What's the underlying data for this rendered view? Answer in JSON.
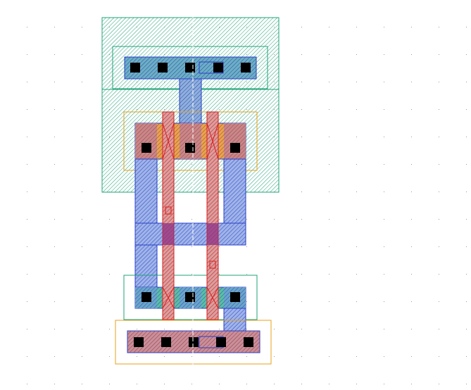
{
  "canvas": {
    "background": "#ffffff",
    "grid_dot_color": "#9a9a9a"
  },
  "layers": {
    "nwell": {
      "color": "#1fa37a"
    },
    "nselect": {
      "color": "#1fa37a"
    },
    "pselect": {
      "color": "#e8a019"
    },
    "active": {
      "color": "#2a9a55"
    },
    "poly": {
      "color": "#d81f1f"
    },
    "metal1": {
      "color": "#2a3fc8"
    },
    "contact": {
      "color": "#000000"
    },
    "pplus_fill": {
      "color": "#c05060"
    },
    "marker": {
      "color": "#7b2f88"
    }
  },
  "structure": {
    "top_rail_contacts": 5,
    "bottom_rail_contacts": 5,
    "pmos_diffusion_contacts": 3,
    "nmos_diffusion_contacts": 3,
    "poly_gates": 2
  }
}
